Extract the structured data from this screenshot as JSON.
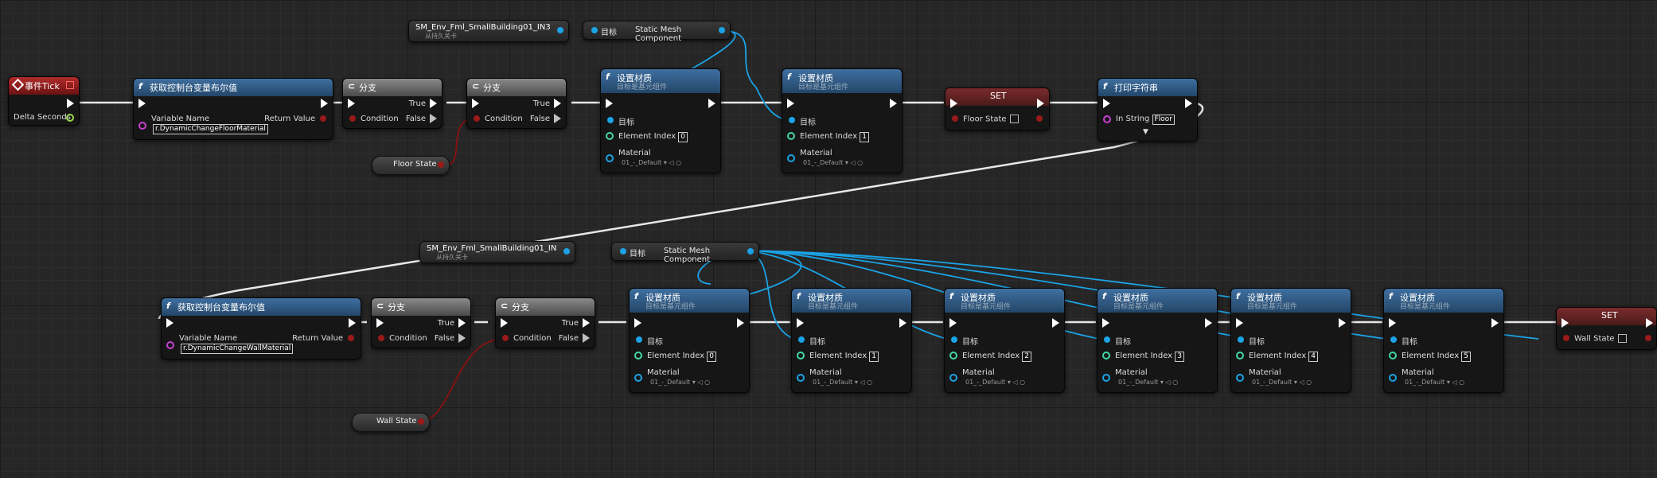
{
  "colors": {
    "exec": "#ffffff",
    "bool": "#9a1a1a",
    "object": "#1ba3e6",
    "int": "#3fd9a6",
    "name": "#c83fd0",
    "float": "#9ad94a",
    "func_header": "#2f5a86",
    "event_header": "#a52020"
  },
  "refs": {
    "top": {
      "title": "SM_Env_Fml_SmallBuilding01_IN3",
      "subtitle": "从持久关卡"
    },
    "bottom": {
      "title": "SM_Env_Fml_SmallBuilding01_IN",
      "subtitle": "从持久关卡"
    }
  },
  "cast": {
    "target": "目标",
    "component": "Static Mesh Component"
  },
  "event": {
    "title": "事件Tick",
    "delta": "Delta Seconds"
  },
  "getcv": {
    "title": "获取控制台变量布尔值",
    "varname_label": "Variable Name",
    "return_label": "Return Value",
    "floor_value": "r.DynamicChangeFloorMaterial",
    "wall_value": "r.DynamicChangeWallMaterial"
  },
  "branch": {
    "title": "分支",
    "true_label": "True",
    "false_label": "False",
    "cond_label": "Condition"
  },
  "setmat": {
    "title": "设置材质",
    "subtitle": "目标是基元组件",
    "target_label": "目标",
    "index_label": "Element Index",
    "material_label": "Material",
    "material_value": "01_-_Default"
  },
  "vars": {
    "floor": "Floor State",
    "wall": "Wall State"
  },
  "set": {
    "title": "SET",
    "floor_label": "Floor State",
    "wall_label": "Wall State"
  },
  "print": {
    "title": "打印字符串",
    "instring_label": "In String",
    "instring_value": "Floor"
  },
  "indices": {
    "top_a": "0",
    "top_b": "1",
    "b0": "0",
    "b1": "1",
    "b2": "2",
    "b3": "3",
    "b4": "4",
    "b5": "5"
  }
}
